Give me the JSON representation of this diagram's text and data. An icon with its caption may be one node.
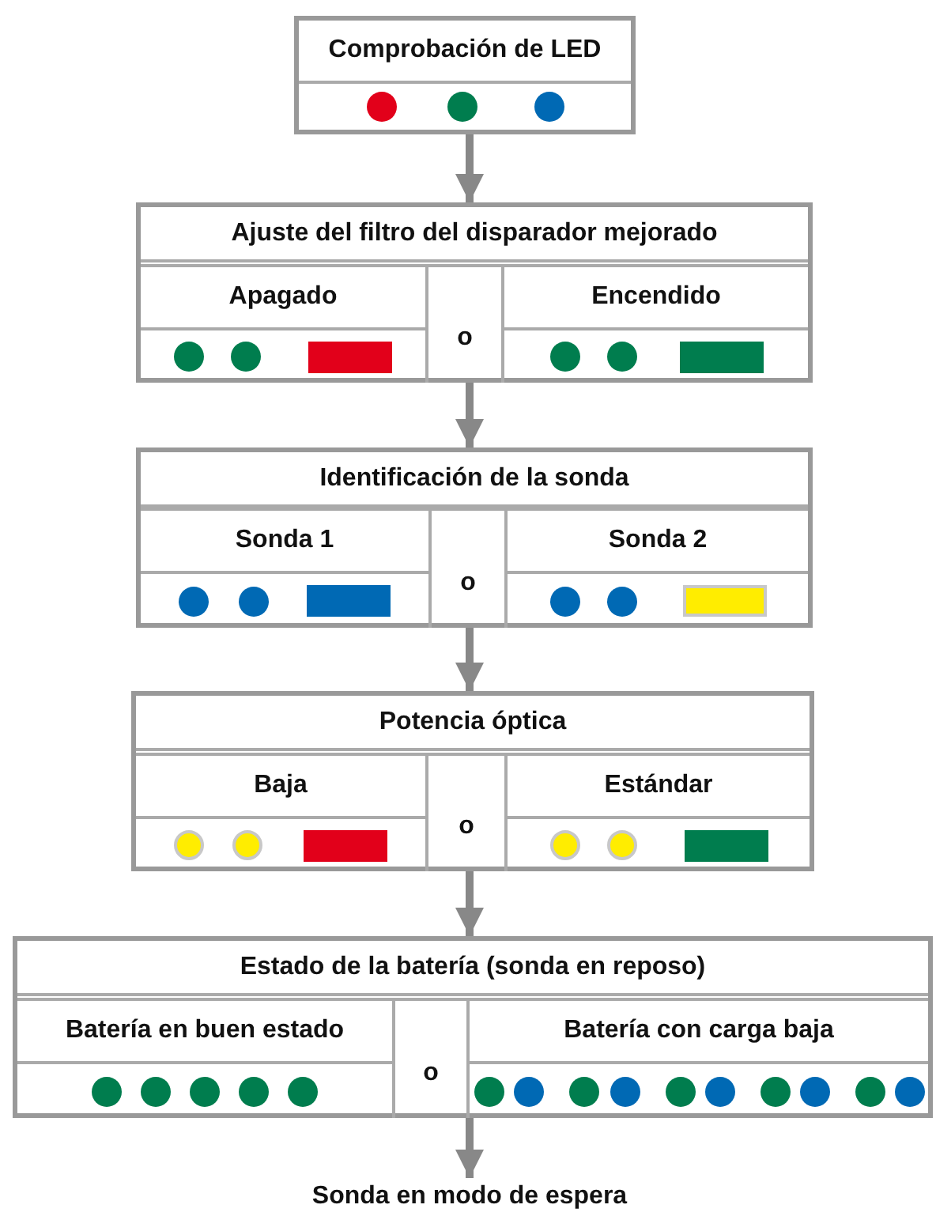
{
  "diagram": {
    "nodes": [
      {
        "text": [
          "Comprobación de LED"
        ]
      },
      {
        "text": [
          "Ajuste del filtro del disparador mejorado"
        ]
      },
      {
        "text": [
          "Apagado"
        ],
        "in": 1
      },
      {
        "text": [
          "Encendido"
        ],
        "in": 1
      },
      {
        "text": [
          "Identificación de la sonda"
        ]
      },
      {
        "text": [
          "Sonda 1"
        ],
        "in": 4
      },
      {
        "text": [
          "Sonda 2"
        ],
        "in": 4
      },
      {
        "text": [
          "Potencia óptica"
        ]
      },
      {
        "text": [
          "Baja"
        ],
        "in": 7
      },
      {
        "text": [
          "Estándar"
        ],
        "in": 7
      },
      {
        "text": [
          "Estado de la batería (sonda en reposo)"
        ]
      },
      {
        "text": [
          "Batería en buen estado"
        ],
        "in": 10
      },
      {
        "text": [
          "Batería con carga baja"
        ],
        "in": 10
      },
      {
        "text": [
          "Sonda en modo de espera"
        ]
      }
    ],
    "edges": [
      {
        "from": 0,
        "to": 1,
        "arrow": "to"
      },
      {
        "from": 1,
        "to": 4,
        "arrow": "to"
      },
      {
        "from": 4,
        "to": 7,
        "arrow": "to"
      },
      {
        "from": 7,
        "to": 10,
        "arrow": "to"
      },
      {
        "from": 10,
        "to": 13,
        "arrow": "to"
      }
    ],
    "labels": [
      "o",
      "o",
      "o",
      "o"
    ]
  }
}
